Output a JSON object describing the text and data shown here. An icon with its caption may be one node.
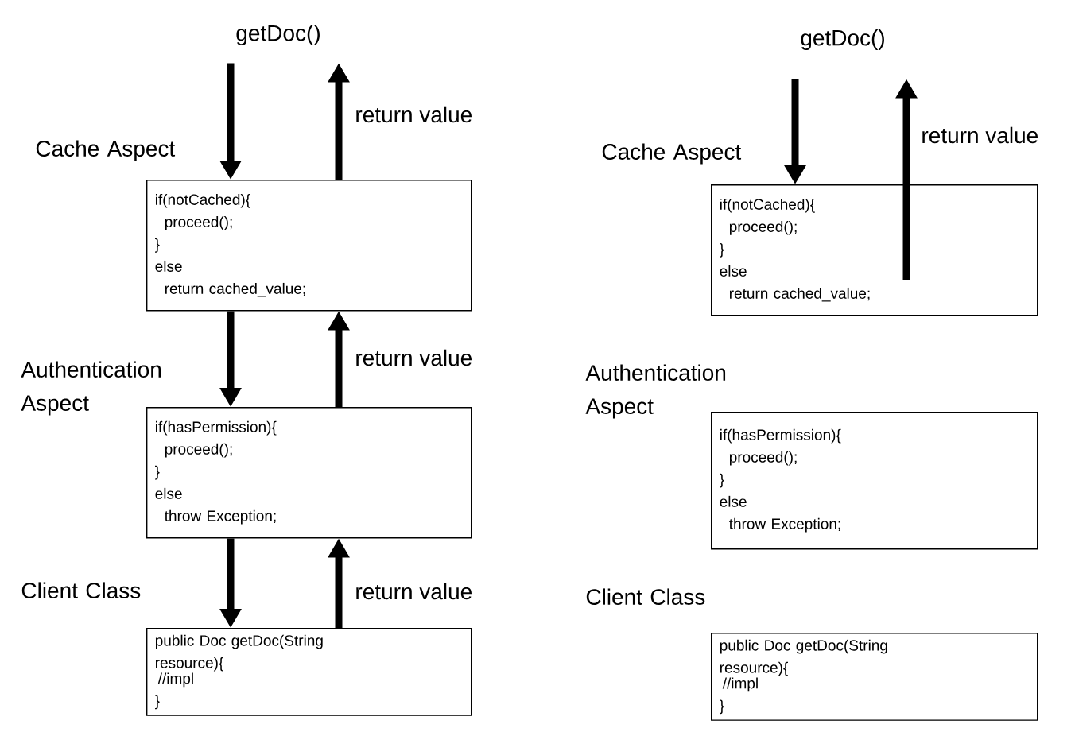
{
  "diagram": {
    "nodes": [
      {
        "text": [
          "getDoc()"
        ]
      },
      {
        "text": [
          "Cache Aspect",
          "if(notCached){",
          "proceed();",
          "}",
          "else",
          "return cached_value;"
        ]
      },
      {
        "text": [
          "Authentication Aspect",
          "if(hasPermission){",
          "proceed();",
          "}",
          "else",
          "throw Exception;"
        ]
      },
      {
        "text": [
          "Client Class",
          "public Doc getDoc(String resource){",
          "//impl",
          "}"
        ]
      },
      {
        "text": [
          "getDoc()"
        ]
      },
      {
        "text": [
          "Cache Aspect",
          "if(notCached){",
          "proceed();",
          "}",
          "else",
          "return cached_value;"
        ]
      },
      {
        "text": [
          "Authentication Aspect",
          "if(hasPermission){",
          "proceed();",
          "}",
          "else",
          "throw Exception;"
        ]
      },
      {
        "text": [
          "Client Class",
          "public Doc getDoc(String resource){",
          "//impl",
          "}"
        ]
      }
    ],
    "edges": [
      {
        "from": 0,
        "to": 1,
        "arrow": "to"
      },
      {
        "from": 1,
        "to": 0,
        "arrow": "to",
        "label": "return value"
      },
      {
        "from": 1,
        "to": 2,
        "arrow": "to"
      },
      {
        "from": 2,
        "to": 1,
        "arrow": "to",
        "label": "return value"
      },
      {
        "from": 2,
        "to": 3,
        "arrow": "to"
      },
      {
        "from": 3,
        "to": 2,
        "arrow": "to",
        "label": "return value"
      },
      {
        "from": 4,
        "to": 5,
        "arrow": "to"
      },
      {
        "from": 5,
        "to": 4,
        "arrow": "to",
        "label": "return value"
      }
    ]
  }
}
